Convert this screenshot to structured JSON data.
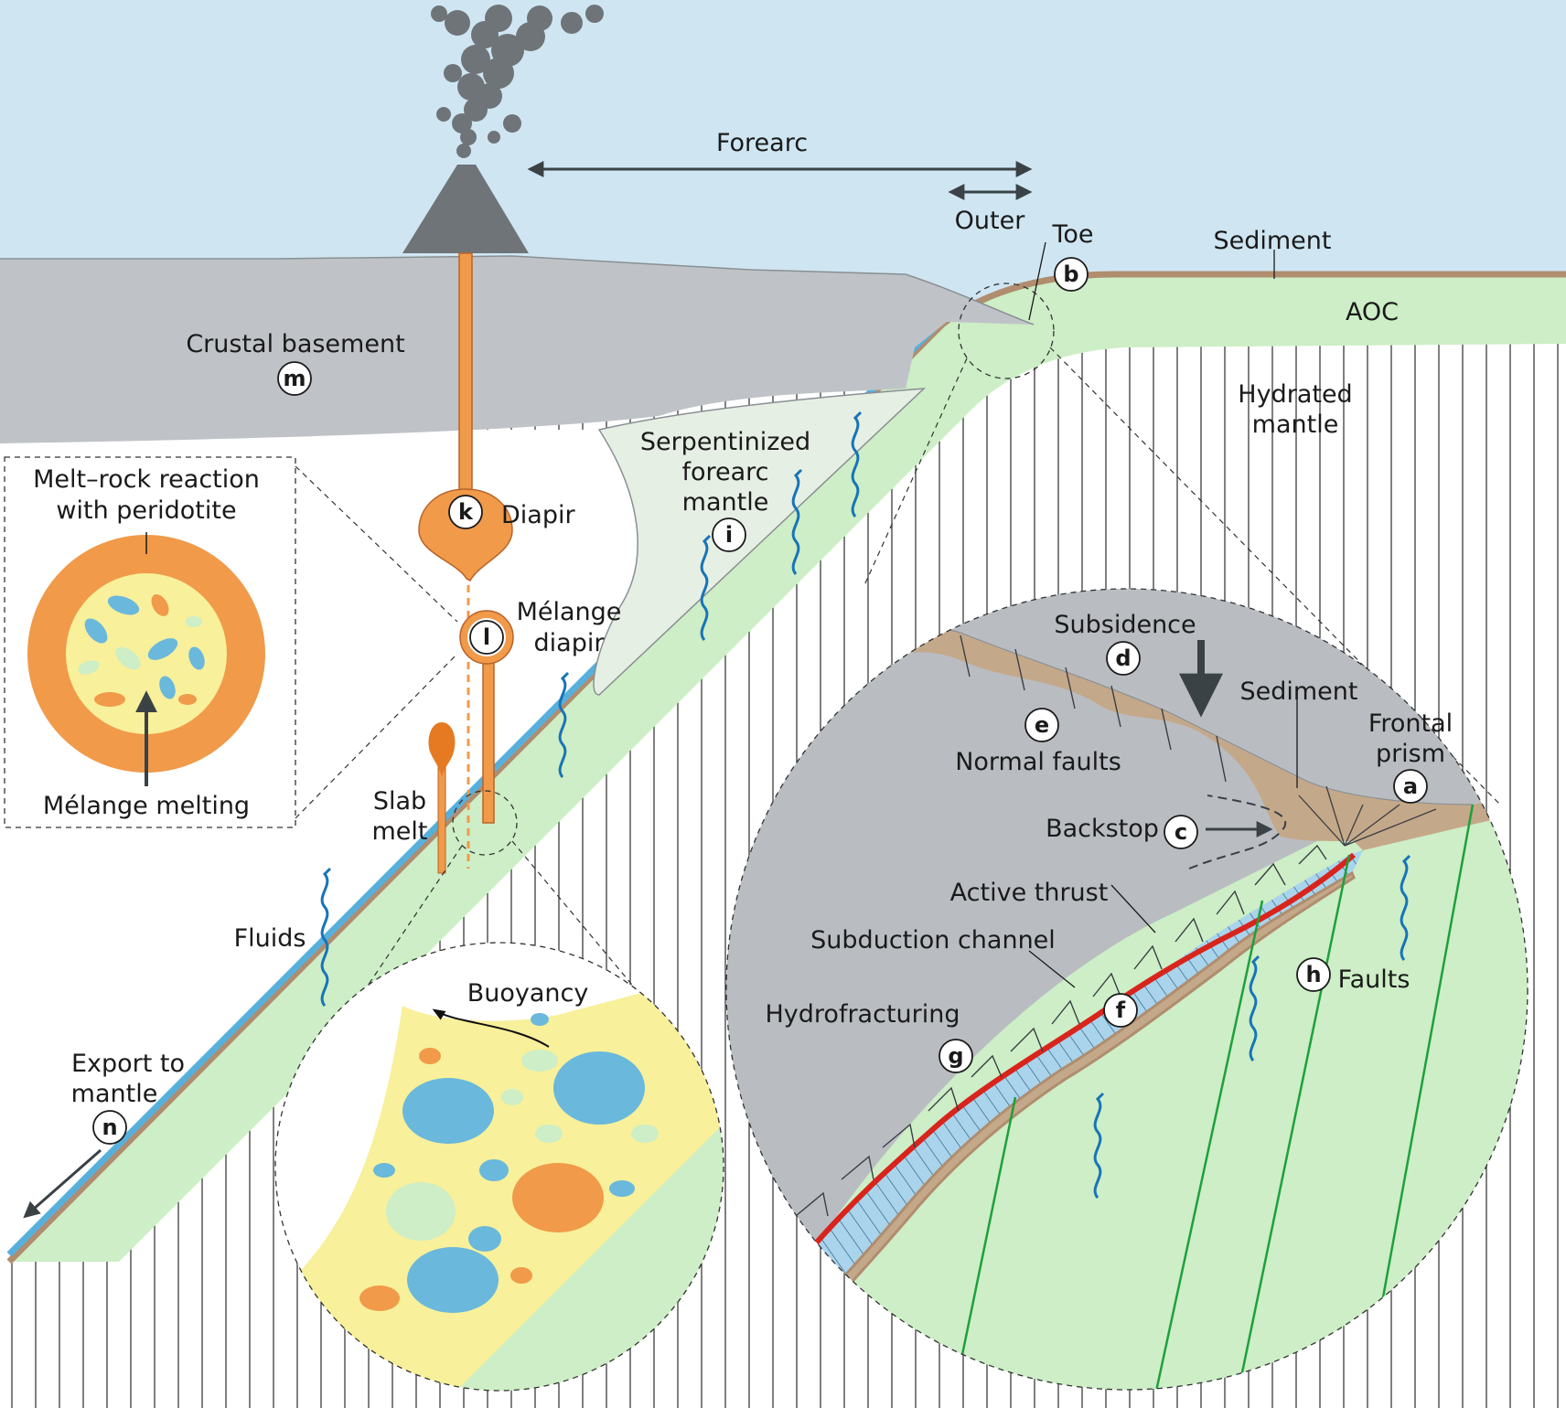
{
  "labels": {
    "forearc": "Forearc",
    "outer": "Outer",
    "toe": "Toe",
    "sediment_top": "Sediment",
    "aoc": "AOC",
    "hydrated_mantle_1": "Hydrated",
    "hydrated_mantle_2": "mantle",
    "crustal_basement": "Crustal basement",
    "serpentinized_1": "Serpentinized",
    "serpentinized_2": "forearc",
    "serpentinized_3": "mantle",
    "diapir": "Diapir",
    "melange_diapir_1": "Mélange",
    "melange_diapir_2": "diapir",
    "slab_melt_1": "Slab",
    "slab_melt_2": "melt",
    "fluids": "Fluids",
    "export_1": "Export to",
    "export_2": "mantle",
    "buoyancy": "Buoyancy",
    "melt_rock_1": "Melt–rock reaction",
    "melt_rock_2": "with peridotite",
    "melange_melting": "Mélange melting",
    "subsidence": "Subsidence",
    "sediment_zoom": "Sediment",
    "frontal_prism_1": "Frontal",
    "frontal_prism_2": "prism",
    "normal_faults": "Normal faults",
    "backstop": "Backstop",
    "active_thrust": "Active thrust",
    "subduction_channel": "Subduction channel",
    "hydrofracturing": "Hydrofracturing",
    "faults": "Faults"
  },
  "badges": {
    "a": "a",
    "b": "b",
    "c": "c",
    "d": "d",
    "e": "e",
    "f": "f",
    "g": "g",
    "h": "h",
    "i": "i",
    "k": "k",
    "l": "l",
    "m": "m",
    "n": "n"
  },
  "colors": {
    "sky": "#cfe6f2",
    "crust": "#bfc3c7",
    "zoom_crust": "#b9bdc2",
    "sediment": "#c4a88a",
    "aoc": "#cdeec6",
    "slab_top_blue": "#57b0dc",
    "serpentinite": "#e6efe4",
    "volcano": "#6e7478",
    "plume": "#6e7478",
    "melt_orange": "#f09a4a",
    "melange_yellow": "#f8f09a",
    "clast_blue": "#6ab8dc",
    "clast_green": "#cdeec6",
    "thrust_red": "#d9241c",
    "fault_green": "#1ea03c",
    "channel_blue": "#a9d4ec",
    "fluid_blue": "#1874b8",
    "arrow_dark": "#3a4246"
  }
}
